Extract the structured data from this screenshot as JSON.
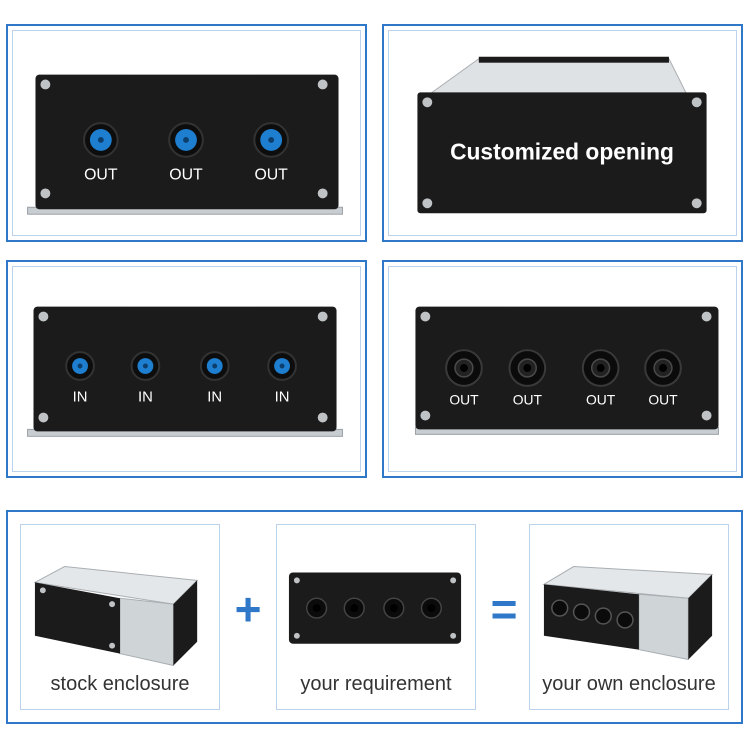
{
  "panels": {
    "p1": {
      "labels": [
        "OUT",
        "OUT",
        "OUT"
      ]
    },
    "p2": {
      "headline": "Customized opening"
    },
    "p3": {
      "labels": [
        "IN",
        "IN",
        "IN",
        "IN"
      ]
    },
    "p4": {
      "labels": [
        "OUT",
        "OUT",
        "OUT",
        "OUT"
      ]
    }
  },
  "equation": {
    "stock_caption": "stock enclosure",
    "requirement_caption": "your requirement",
    "result_caption": "your own enclosure",
    "plus_symbol": "+",
    "equals_symbol": "="
  },
  "colors": {
    "frame_blue": "#2f78c9",
    "enclosure_black": "#1b1b1b",
    "connector_blue": "#1e7fd1",
    "aluminum": "#d9dde0"
  }
}
